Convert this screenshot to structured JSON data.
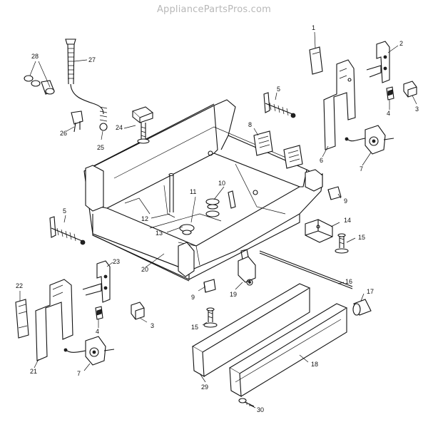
{
  "watermark": "AppliancePartsPros.com",
  "callouts": [
    {
      "id": "c1",
      "label": "1"
    },
    {
      "id": "c2",
      "label": "2"
    },
    {
      "id": "c3a",
      "label": "3"
    },
    {
      "id": "c3b",
      "label": "3"
    },
    {
      "id": "c4a",
      "label": "4"
    },
    {
      "id": "c4b",
      "label": "4"
    },
    {
      "id": "c5a",
      "label": "5"
    },
    {
      "id": "c5b",
      "label": "5"
    },
    {
      "id": "c6",
      "label": "6"
    },
    {
      "id": "c7a",
      "label": "7"
    },
    {
      "id": "c7b",
      "label": "7"
    },
    {
      "id": "c8",
      "label": "8"
    },
    {
      "id": "c9a",
      "label": "9"
    },
    {
      "id": "c9b",
      "label": "9"
    },
    {
      "id": "c10",
      "label": "10"
    },
    {
      "id": "c11",
      "label": "11"
    },
    {
      "id": "c12",
      "label": "12"
    },
    {
      "id": "c13",
      "label": "13"
    },
    {
      "id": "c14",
      "label": "14"
    },
    {
      "id": "c15a",
      "label": "15"
    },
    {
      "id": "c15b",
      "label": "15"
    },
    {
      "id": "c16",
      "label": "16"
    },
    {
      "id": "c17",
      "label": "17"
    },
    {
      "id": "c18",
      "label": "18"
    },
    {
      "id": "c19",
      "label": "19"
    },
    {
      "id": "c20",
      "label": "20"
    },
    {
      "id": "c21",
      "label": "21"
    },
    {
      "id": "c22",
      "label": "22"
    },
    {
      "id": "c23",
      "label": "23"
    },
    {
      "id": "c24",
      "label": "24"
    },
    {
      "id": "c25",
      "label": "25"
    },
    {
      "id": "c26",
      "label": "26"
    },
    {
      "id": "c27",
      "label": "27"
    },
    {
      "id": "c28",
      "label": "28"
    },
    {
      "id": "c29",
      "label": "29"
    },
    {
      "id": "c30",
      "label": "30"
    }
  ]
}
